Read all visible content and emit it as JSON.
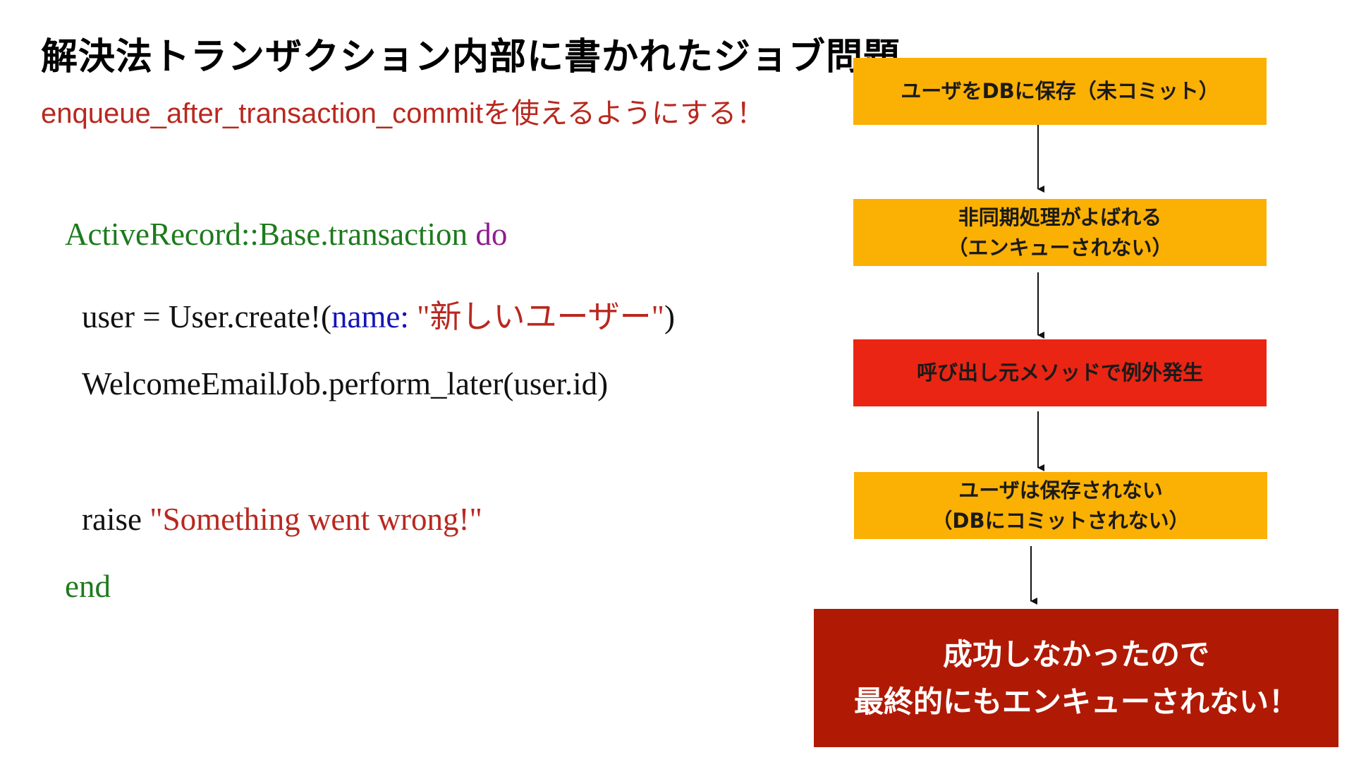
{
  "title": "解決法トランザクション内部に書かれたジョブ問題",
  "subtitle": "enqueue_after_transaction_commitを使えるようにする！",
  "colors": {
    "title": "#000000",
    "subtitle": "#b8281f",
    "box_default": "#fbb004",
    "box_error": "#ea2513",
    "final_box": "#b01a05",
    "code_green": "#1d7a1d",
    "code_purple": "#8d1e8d",
    "code_blue": "#1515b5",
    "code_red": "#b8281f"
  },
  "code": {
    "line1": {
      "receiver": "ActiveRecord::Base.transaction ",
      "keyword": "do"
    },
    "line2": {
      "prefix": "user = User.create!(",
      "key": "name:",
      "space": " ",
      "string": "\"新しいユーザー\"",
      "suffix": ")"
    },
    "line3": {
      "text": "WelcomeEmailJob.perform_later(user.id)"
    },
    "line4": {
      "prefix": "raise ",
      "string": "\"Something went wrong!\""
    },
    "line5": {
      "keyword": "end"
    }
  },
  "flow": {
    "steps": [
      {
        "lines": [
          "ユーザをDBに保存（未コミット）"
        ],
        "kind": "default"
      },
      {
        "lines": [
          "非同期処理がよばれる",
          "（エンキューされない）"
        ],
        "kind": "default"
      },
      {
        "lines": [
          "呼び出し元メソッドで例外発生"
        ],
        "kind": "error"
      },
      {
        "lines": [
          "ユーザは保存されない",
          "（DBにコミットされない）"
        ],
        "kind": "default"
      }
    ],
    "result": {
      "lines": [
        "成功しなかったので",
        "最終的にもエンキューされない！"
      ]
    }
  }
}
